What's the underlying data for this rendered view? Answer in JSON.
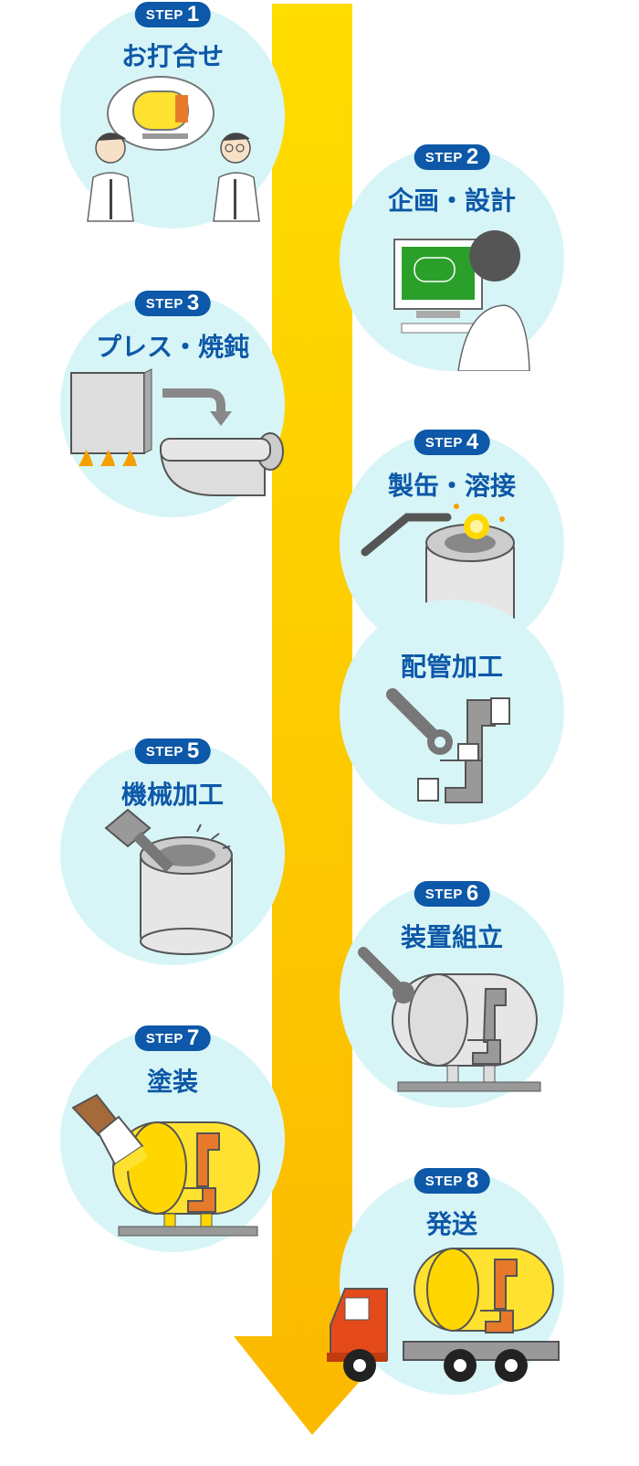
{
  "colors": {
    "circle_bg": "#d7f5f6",
    "badge_bg": "#0d58a8",
    "title_text": "#0d58a8",
    "arrow_top": "#ffdd00",
    "arrow_bottom": "#fbb900"
  },
  "steps": [
    {
      "label": "STEP",
      "number": "1",
      "title": "お打合せ",
      "icon": "meeting-icon"
    },
    {
      "label": "STEP",
      "number": "2",
      "title": "企画・設計",
      "icon": "design-computer-icon"
    },
    {
      "label": "STEP",
      "number": "3",
      "title": "プレス・焼鈍",
      "icon": "press-annealing-icon"
    },
    {
      "label": "STEP",
      "number": "4",
      "title": "製缶・溶接",
      "icon": "welding-icon"
    },
    {
      "label": "",
      "number": "",
      "title": "配管加工",
      "icon": "piping-icon"
    },
    {
      "label": "STEP",
      "number": "5",
      "title": "機械加工",
      "icon": "machining-icon"
    },
    {
      "label": "STEP",
      "number": "6",
      "title": "装置組立",
      "icon": "assembly-icon"
    },
    {
      "label": "STEP",
      "number": "7",
      "title": "塗装",
      "icon": "painting-icon"
    },
    {
      "label": "STEP",
      "number": "8",
      "title": "発送",
      "icon": "shipping-truck-icon"
    }
  ]
}
